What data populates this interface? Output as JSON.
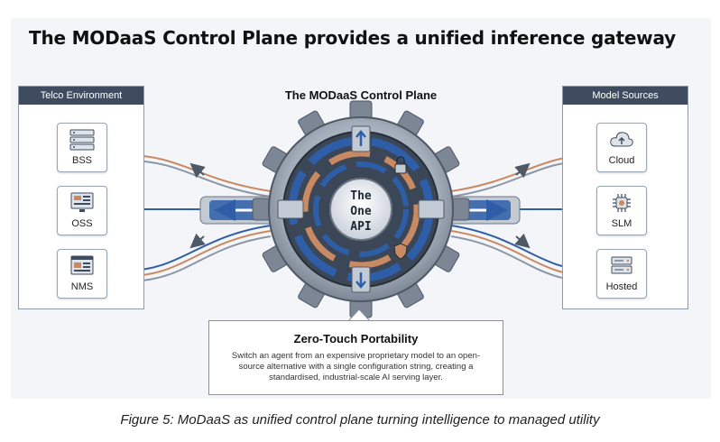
{
  "title": "The MODaaS Control Plane provides a unified inference gateway",
  "center_title": "The MODaaS Control Plane",
  "hub": {
    "line1": "The",
    "line2": "One",
    "line3": "API"
  },
  "left_panel": {
    "heading": "Telco Environment",
    "items": [
      {
        "label": "BSS",
        "icon": "server-rack-icon"
      },
      {
        "label": "OSS",
        "icon": "monitor-dashboard-icon"
      },
      {
        "label": "NMS",
        "icon": "browser-window-icon"
      }
    ]
  },
  "right_panel": {
    "heading": "Model Sources",
    "items": [
      {
        "label": "Cloud",
        "icon": "cloud-upload-icon"
      },
      {
        "label": "SLM",
        "icon": "chip-icon"
      },
      {
        "label": "Hosted",
        "icon": "server-icon"
      }
    ]
  },
  "callout": {
    "title": "Zero-Touch Portability",
    "body": "Switch an agent from an expensive proprietary model to an open-source alternative with a single configuration string, creating a standardised, industrial-scale AI serving layer."
  },
  "caption": "Figure 5: MoDaaS as unified control plane turning intelligence to managed utility",
  "colors": {
    "navy": "#3f4c60",
    "blue": "#2f5ea8",
    "copper": "#c98a63",
    "steel": "#8a96a6",
    "dark_steel": "#4e5866"
  }
}
